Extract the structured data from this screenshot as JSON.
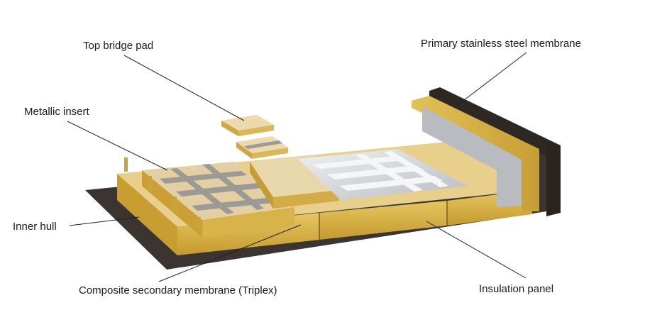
{
  "labels": {
    "top_bridge_pad": "Top bridge pad",
    "primary_membrane": "Primary stainless steel membrane",
    "metallic_insert": "Metallic insert",
    "inner_hull": "Inner hull",
    "composite_membrane": "Composite secondary membrane (Triplex)",
    "insulation_panel": "Insulation panel"
  },
  "colors": {
    "hull": "#3b3430",
    "insulation_face": "#d9b54a",
    "insulation_top": "#e8cf8c",
    "plywood": "#e3cfa3",
    "triplex_strip": "#9c9a94",
    "steel": "#d6d8db",
    "leader_line": "#222222"
  }
}
